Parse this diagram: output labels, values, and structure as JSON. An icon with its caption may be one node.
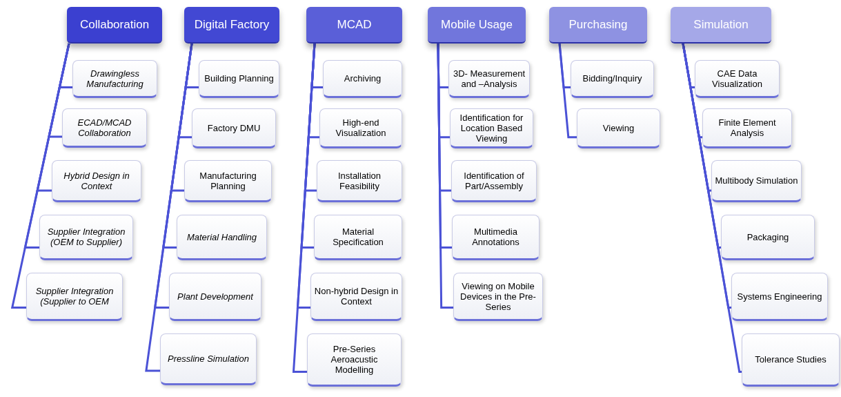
{
  "diagram": {
    "nodes": [
      {
        "text": [
          "Collaboration"
        ]
      },
      {
        "text": [
          "Drawingless Manufacturing"
        ]
      },
      {
        "text": [
          "ECAD/MCAD Collaboration"
        ]
      },
      {
        "text": [
          "Hybrid Design in Context"
        ]
      },
      {
        "text": [
          "Supplier Integration (OEM to Supplier)"
        ]
      },
      {
        "text": [
          "Supplier Integration (Supplier to OEM"
        ]
      },
      {
        "text": [
          "Digital Factory"
        ]
      },
      {
        "text": [
          "Building Planning"
        ]
      },
      {
        "text": [
          "Factory DMU"
        ]
      },
      {
        "text": [
          "Manufacturing Planning"
        ]
      },
      {
        "text": [
          "Material Handling"
        ]
      },
      {
        "text": [
          "Plant Development"
        ]
      },
      {
        "text": [
          "Pressline Simulation"
        ]
      },
      {
        "text": [
          "MCAD"
        ]
      },
      {
        "text": [
          "Archiving"
        ]
      },
      {
        "text": [
          "High-end Visualization"
        ]
      },
      {
        "text": [
          "Installation Feasibility"
        ]
      },
      {
        "text": [
          "Material Specification"
        ]
      },
      {
        "text": [
          "Non-hybrid Design in Context"
        ]
      },
      {
        "text": [
          "Pre-Series Aeroacustic Modelling"
        ]
      },
      {
        "text": [
          "Mobile Usage"
        ]
      },
      {
        "text": [
          "3D- Measurement and –Analysis"
        ]
      },
      {
        "text": [
          "Identification for Location Based Viewing"
        ]
      },
      {
        "text": [
          "Identification of Part/Assembly"
        ]
      },
      {
        "text": [
          "Multimedia Annotations"
        ]
      },
      {
        "text": [
          "Viewing on Mobile Devices in the Pre-Series"
        ]
      },
      {
        "text": [
          "Purchasing"
        ]
      },
      {
        "text": [
          "Bidding/Inquiry"
        ]
      },
      {
        "text": [
          "Viewing"
        ]
      },
      {
        "text": [
          "Simulation"
        ]
      },
      {
        "text": [
          "CAE Data Visualization"
        ]
      },
      {
        "text": [
          "Finite Element Analysis"
        ]
      },
      {
        "text": [
          "Multibody Simulation"
        ]
      },
      {
        "text": [
          "Packaging"
        ]
      },
      {
        "text": [
          "Systems Engineering"
        ]
      },
      {
        "text": [
          "Tolerance Studies"
        ]
      }
    ],
    "edges": [
      {
        "from": 0,
        "to": 1,
        "arrow": "none"
      },
      {
        "from": 0,
        "to": 2,
        "arrow": "none"
      },
      {
        "from": 0,
        "to": 3,
        "arrow": "none"
      },
      {
        "from": 0,
        "to": 4,
        "arrow": "none"
      },
      {
        "from": 0,
        "to": 5,
        "arrow": "none"
      },
      {
        "from": 6,
        "to": 7,
        "arrow": "none"
      },
      {
        "from": 6,
        "to": 8,
        "arrow": "none"
      },
      {
        "from": 6,
        "to": 9,
        "arrow": "none"
      },
      {
        "from": 6,
        "to": 10,
        "arrow": "none"
      },
      {
        "from": 6,
        "to": 11,
        "arrow": "none"
      },
      {
        "from": 6,
        "to": 12,
        "arrow": "none"
      },
      {
        "from": 13,
        "to": 14,
        "arrow": "none"
      },
      {
        "from": 13,
        "to": 15,
        "arrow": "none"
      },
      {
        "from": 13,
        "to": 16,
        "arrow": "none"
      },
      {
        "from": 13,
        "to": 17,
        "arrow": "none"
      },
      {
        "from": 13,
        "to": 18,
        "arrow": "none"
      },
      {
        "from": 13,
        "to": 19,
        "arrow": "none"
      },
      {
        "from": 20,
        "to": 21,
        "arrow": "none"
      },
      {
        "from": 20,
        "to": 22,
        "arrow": "none"
      },
      {
        "from": 20,
        "to": 23,
        "arrow": "none"
      },
      {
        "from": 20,
        "to": 24,
        "arrow": "none"
      },
      {
        "from": 20,
        "to": 25,
        "arrow": "none"
      },
      {
        "from": 26,
        "to": 27,
        "arrow": "none"
      },
      {
        "from": 26,
        "to": 28,
        "arrow": "none"
      },
      {
        "from": 29,
        "to": 30,
        "arrow": "none"
      },
      {
        "from": 29,
        "to": 31,
        "arrow": "none"
      },
      {
        "from": 29,
        "to": 32,
        "arrow": "none"
      },
      {
        "from": 29,
        "to": 33,
        "arrow": "none"
      },
      {
        "from": 29,
        "to": 34,
        "arrow": "none"
      },
      {
        "from": 29,
        "to": 35,
        "arrow": "none"
      }
    ]
  }
}
